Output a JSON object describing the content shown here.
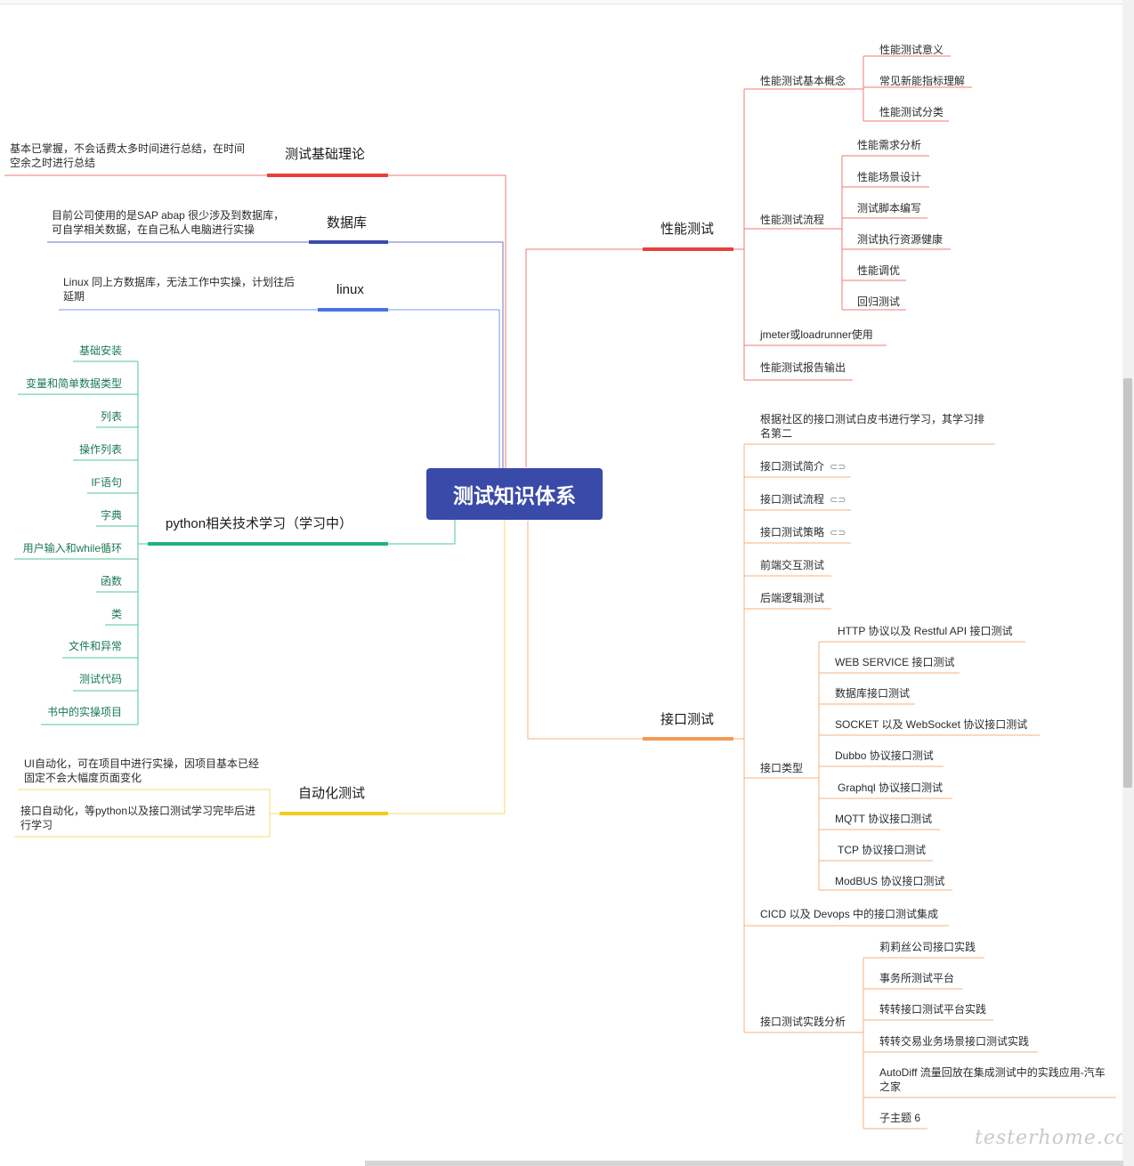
{
  "root": {
    "label": "测试知识体系",
    "color": "#3a4aa8"
  },
  "colors": {
    "red": "#e8403a",
    "navy": "#3d4aa8",
    "blue": "#4a73e0",
    "green": "#1db57d",
    "yellow": "#f2cc1f",
    "orange": "#f39a55"
  },
  "left": {
    "basic": {
      "label": "测试基础理论",
      "note": "基本已掌握，不会话费太多时间进行总结，在时间空余之时进行总结"
    },
    "database": {
      "label": "数据库",
      "note": "目前公司使用的是SAP abap 很少涉及到数据库，可自学相关数据，在自己私人电脑进行实操"
    },
    "linux": {
      "label": "linux",
      "note": "Linux 同上方数据库，无法工作中实操，计划往后延期"
    },
    "python": {
      "label": "python相关技术学习（学习中）",
      "items": [
        "基础安装",
        "变量和简单数据类型",
        "列表",
        "操作列表",
        "IF语句",
        "字典",
        "用户输入和while循环",
        "函数",
        "类",
        "文件和异常",
        "测试代码",
        "书中的实操项目"
      ]
    },
    "automation": {
      "label": "自动化测试",
      "notes": [
        "UI自动化，可在项目中进行实操，因项目基本已经固定不会大幅度页面变化",
        "接口自动化，等python以及接口测试学习完毕后进行学习"
      ]
    }
  },
  "right": {
    "performance": {
      "label": "性能测试",
      "concepts": {
        "label": "性能测试基本概念",
        "items": [
          "性能测试意义",
          "常见新能指标理解",
          "性能测试分类"
        ]
      },
      "process": {
        "label": "性能测试流程",
        "items": [
          "性能需求分析",
          "性能场景设计",
          "测试脚本编写",
          "测试执行资源健康",
          "性能调优",
          "回归测试"
        ]
      },
      "tool": "jmeter或loadrunner使用",
      "report": "性能测试报告输出"
    },
    "interface": {
      "label": "接口测试",
      "note": "根据社区的接口测试白皮书进行学习，其学习排名第二",
      "items": [
        "接口测试简介",
        "接口测试流程",
        "接口测试策略",
        "前端交互测试",
        "后端逻辑测试"
      ],
      "types": {
        "label": "接口类型",
        "items": [
          "HTTP 协议以及 Restful API 接口测试",
          "WEB SERVICE 接口测试",
          "数据库接口测试",
          "SOCKET 以及 WebSocket 协议接口测试",
          "Dubbo 协议接口测试",
          "Graphql 协议接口测试",
          "MQTT 协议接口测试",
          "TCP 协议接口测试",
          "ModBUS 协议接口测试"
        ]
      },
      "cicd": "CICD 以及 Devops 中的接口测试集成",
      "practice": {
        "label": "接口测试实践分析",
        "items": [
          "莉莉丝公司接口实践",
          "事务所测试平台",
          "转转接口测试平台实践",
          "转转交易业务场景接口测试实践",
          "AutoDiff 流量回放在集成测试中的实践应用-汽车之家",
          "子主题 6"
        ]
      }
    }
  },
  "watermark": "testerhome.com",
  "link_icon": "link-icon"
}
